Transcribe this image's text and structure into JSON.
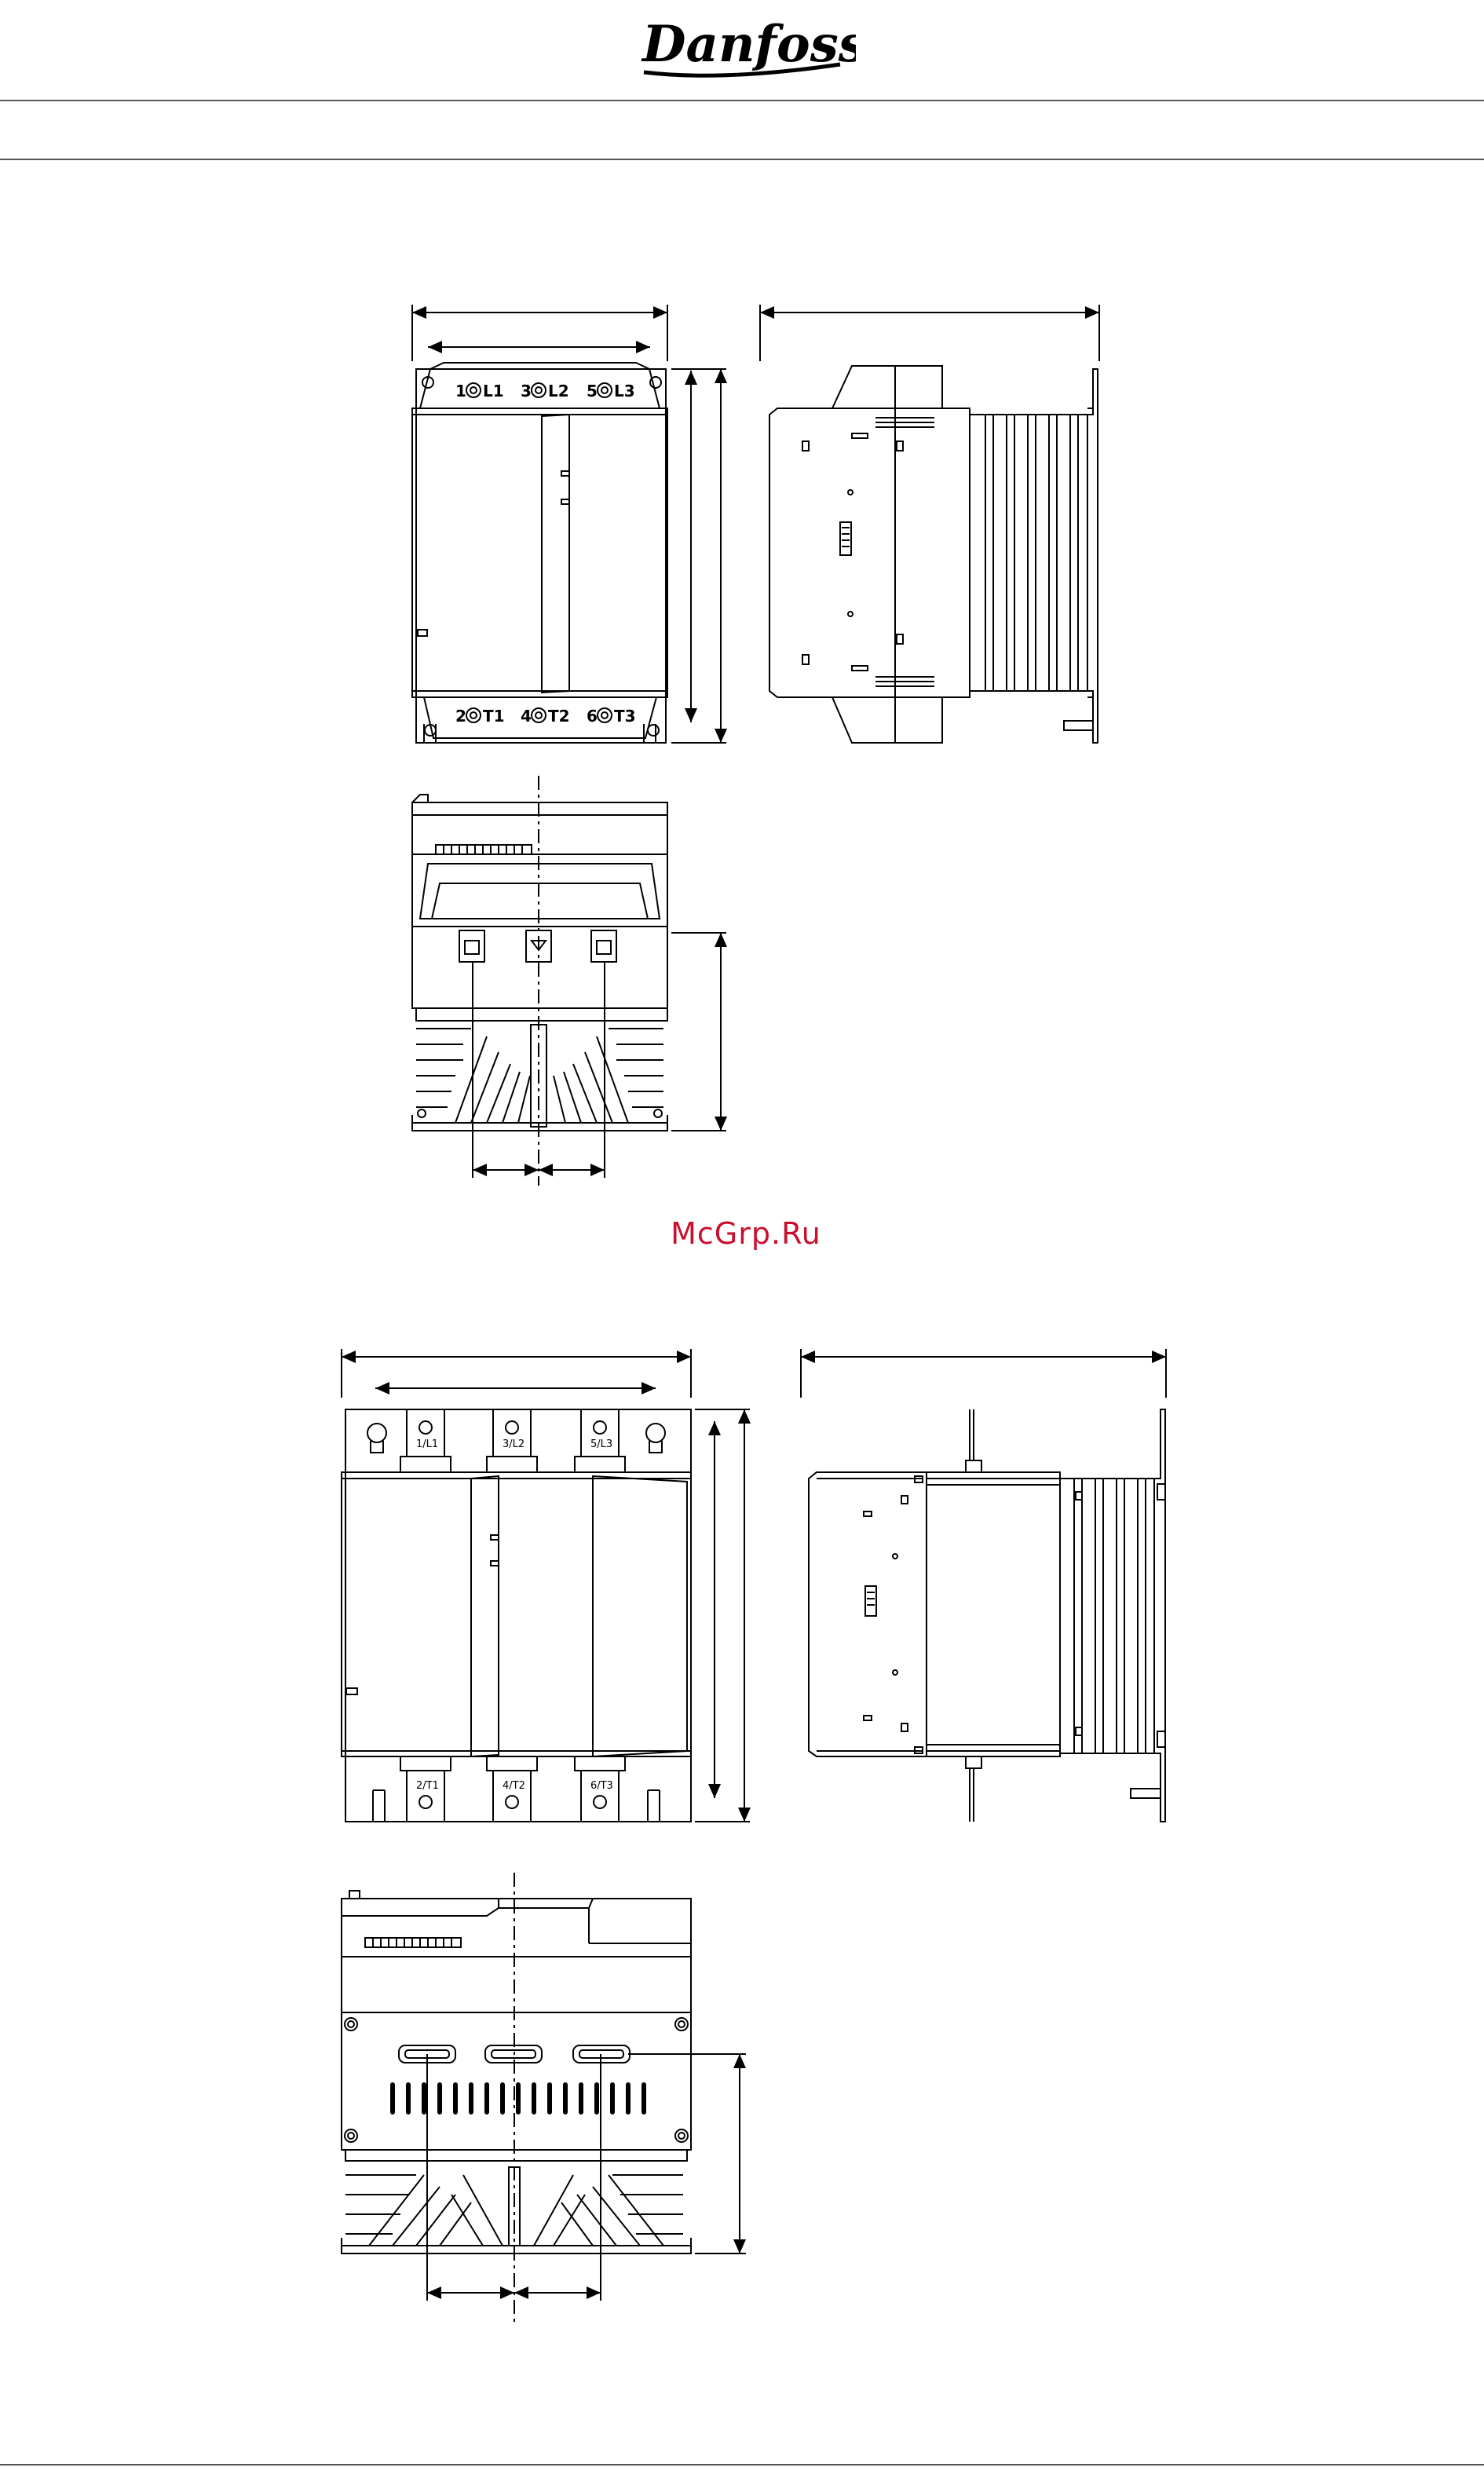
{
  "header": {
    "brand": "Danfoss"
  },
  "watermark": "McGrp.Ru",
  "drawing1": {
    "top_terminals": [
      "1",
      "L1",
      "3",
      "L2",
      "5",
      "L3"
    ],
    "bottom_terminals": [
      "2",
      "T1",
      "4",
      "T2",
      "6",
      "T3"
    ]
  },
  "drawing2": {
    "top_terminals": [
      "1/L1",
      "3/L2",
      "5/L3"
    ],
    "bottom_terminals": [
      "2/T1",
      "4/T2",
      "6/T3"
    ]
  },
  "colors": {
    "line": "#000000",
    "watermark": "#c8102e"
  }
}
